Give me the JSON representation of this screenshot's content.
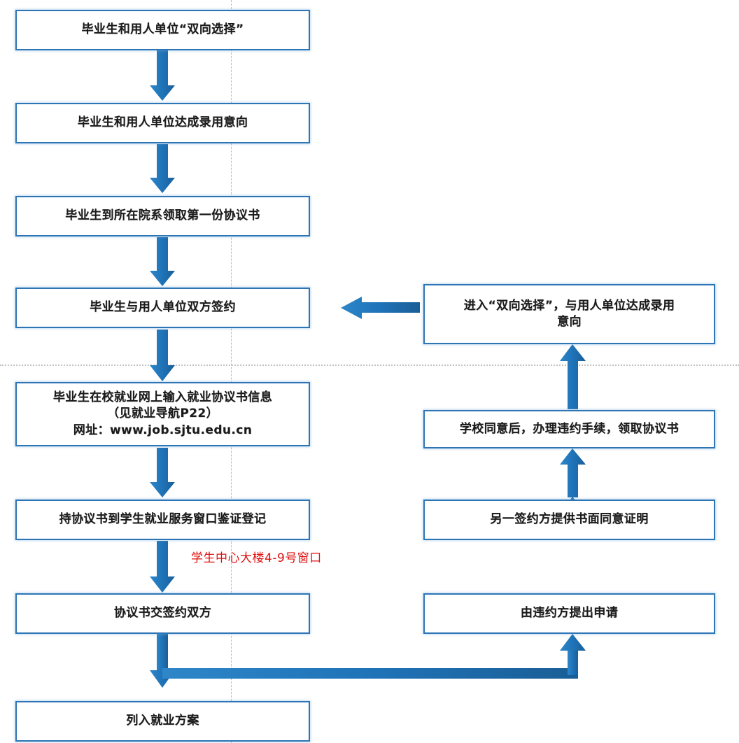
{
  "diagram": {
    "title_text": "",
    "colors": {
      "box_border": "#2E75B6",
      "arrow": "#1F73B8",
      "annotation_text": "#e01010",
      "guide_line": "#bdbdbd",
      "background": "#ffffff"
    },
    "left_column": [
      {
        "id": "l1",
        "label": "毕业生和用人单位“双向选择”"
      },
      {
        "id": "l2",
        "label": "毕业生和用人单位达成录用意向"
      },
      {
        "id": "l3",
        "label": "毕业生到所在院系领取第一份协议书"
      },
      {
        "id": "l4",
        "label": "毕业生与用人单位双方签约"
      },
      {
        "id": "l5",
        "line1": "毕业生在校就业网上输入就业协议书信息",
        "line2": "（见就业导航P22）",
        "line3": "网址：www.job.sjtu.edu.cn"
      },
      {
        "id": "l6",
        "label": "持协议书到学生就业服务窗口鉴证登记"
      },
      {
        "id": "l7",
        "label": "协议书交签约双方"
      },
      {
        "id": "l8",
        "label": "列入就业方案"
      }
    ],
    "right_column": [
      {
        "id": "r1",
        "line1": "进入“双向选择”，与用人单位达成录用",
        "line2": "意向"
      },
      {
        "id": "r2",
        "label": "学校同意后，办理违约手续，领取协议书"
      },
      {
        "id": "r3",
        "label": "另一签约方提供书面同意证明"
      },
      {
        "id": "r4",
        "label": "由违约方提出申请"
      }
    ],
    "annotations": [
      {
        "id": "a1",
        "text": "学生中心大楼4-9号窗口"
      }
    ]
  }
}
